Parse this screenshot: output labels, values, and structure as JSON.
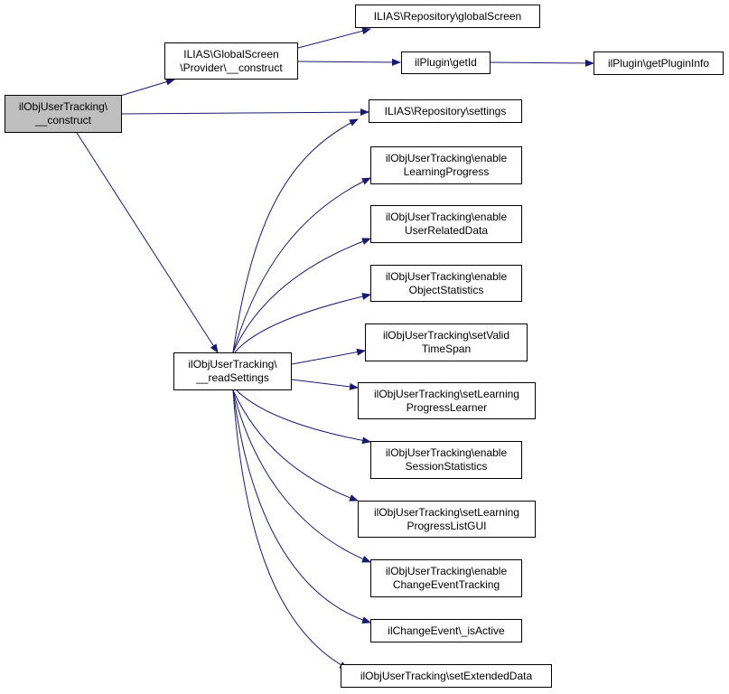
{
  "colors": {
    "edge": "#191970",
    "root_fill": "#bfbfbf",
    "node_fill": "#ffffff",
    "border": "#000000"
  },
  "nodes": {
    "construct": {
      "line1": "ilObjUserTracking\\",
      "line2": "__construct"
    },
    "provider": {
      "line1": "ILIAS\\GlobalScreen",
      "line2": "\\Provider\\__construct"
    },
    "global_screen": {
      "line1": "ILIAS\\Repository\\globalScreen"
    },
    "plugin_get_id": {
      "line1": "ilPlugin\\getId"
    },
    "plugin_get_info": {
      "line1": "ilPlugin\\getPluginInfo"
    },
    "settings": {
      "line1": "ILIAS\\Repository\\settings"
    },
    "read_settings": {
      "line1": "ilObjUserTracking\\",
      "line2": "__readSettings"
    },
    "enable_lp": {
      "line1": "ilObjUserTracking\\enable",
      "line2": "LearningProgress"
    },
    "enable_urd": {
      "line1": "ilObjUserTracking\\enable",
      "line2": "UserRelatedData"
    },
    "enable_os": {
      "line1": "ilObjUserTracking\\enable",
      "line2": "ObjectStatistics"
    },
    "set_valid": {
      "line1": "ilObjUserTracking\\setValid",
      "line2": "TimeSpan"
    },
    "set_lpl": {
      "line1": "ilObjUserTracking\\setLearning",
      "line2": "ProgressLearner"
    },
    "enable_ss": {
      "line1": "ilObjUserTracking\\enable",
      "line2": "SessionStatistics"
    },
    "set_lplg": {
      "line1": "ilObjUserTracking\\setLearning",
      "line2": "ProgressListGUI"
    },
    "enable_cet": {
      "line1": "ilObjUserTracking\\enable",
      "line2": "ChangeEventTracking"
    },
    "is_active": {
      "line1": "ilChangeEvent\\_isActive"
    },
    "set_ext": {
      "line1": "ilObjUserTracking\\setExtendedData"
    }
  }
}
